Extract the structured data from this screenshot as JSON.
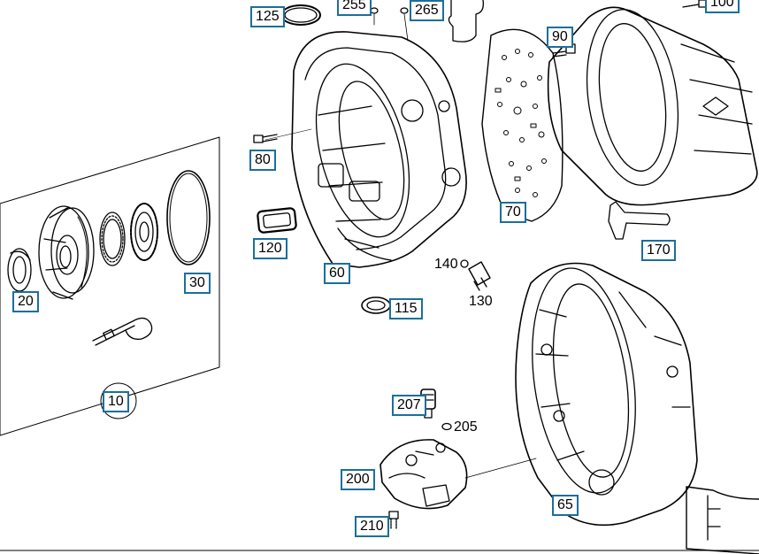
{
  "colors": {
    "callout_border": "#1b6f9a",
    "line_art": "#000000",
    "background": "#ffffff"
  },
  "callouts": {
    "p125": "125",
    "p255": "255",
    "p265": "265",
    "p90": "90",
    "p100": "100",
    "p80": "80",
    "p70": "70",
    "p120": "120",
    "p170": "170",
    "p60": "60",
    "p30": "30",
    "p20": "20",
    "p115": "115",
    "p10": "10",
    "p207": "207",
    "p200": "200",
    "p65": "65",
    "p210": "210"
  },
  "labels": {
    "p140": "140",
    "p130": "130",
    "p205": "205"
  }
}
